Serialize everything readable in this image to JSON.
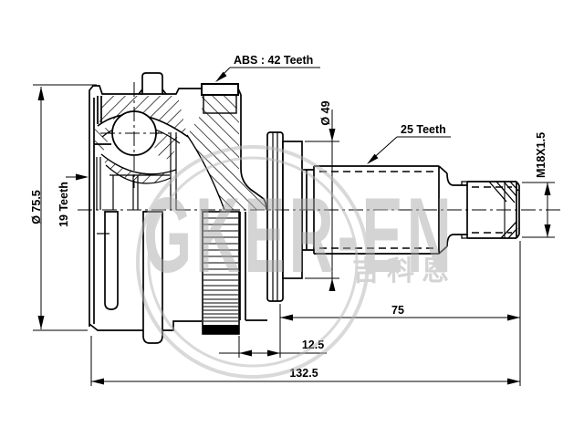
{
  "drawing": {
    "dimensions": {
      "abs_ring": "ABS : 42 Teeth",
      "outer_spline": "25 Teeth",
      "inner_spline": "19 Teeth",
      "thread": "M18X1.5",
      "housing_diameter": "Ø 75.5",
      "shaft_diameter": "Ø 49",
      "spline_length": "75",
      "boot_step_length": "12.5",
      "total_length": "132.5"
    },
    "watermark": {
      "line1": "GKER-EN",
      "line2": "吉科恩",
      "color": "#c6c6c6"
    },
    "colors": {
      "line": "#000000",
      "background": "#ffffff"
    }
  }
}
